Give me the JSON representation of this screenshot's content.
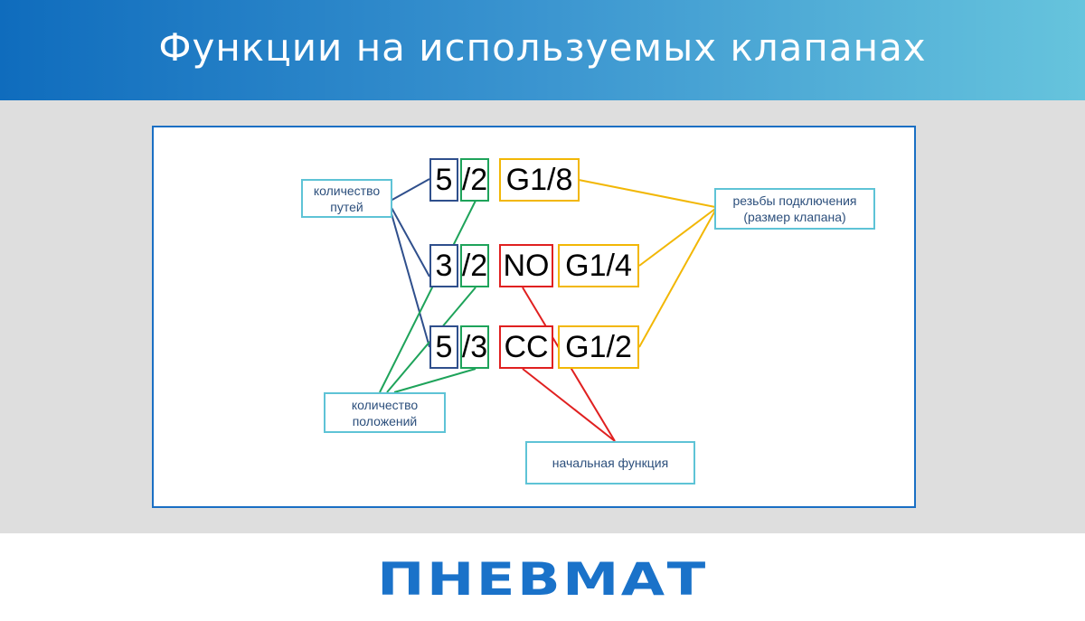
{
  "header": {
    "title": "Функции на используемых клапанах"
  },
  "codes": {
    "row1": {
      "ways": "5/2",
      "thread": "G1/8"
    },
    "row2": {
      "ways": "3/2",
      "function": "NO",
      "thread": "G1/4"
    },
    "row3": {
      "ways": "5/3",
      "function": "CC",
      "thread": "G1/2"
    }
  },
  "labels": {
    "ways_count": "количество путей",
    "thread": "резьбы подключения (размер клапана)",
    "positions_count": "количество положений",
    "initial_function": "начальная функция"
  },
  "colors": {
    "navy": "#2f4f8c",
    "green": "#1ea35a",
    "red": "#e02020",
    "yellow": "#f2b705",
    "label_border": "#5ec3d6",
    "brand": "#1a72c9"
  },
  "footer": {
    "logo": "ПНЕВМАТ"
  }
}
